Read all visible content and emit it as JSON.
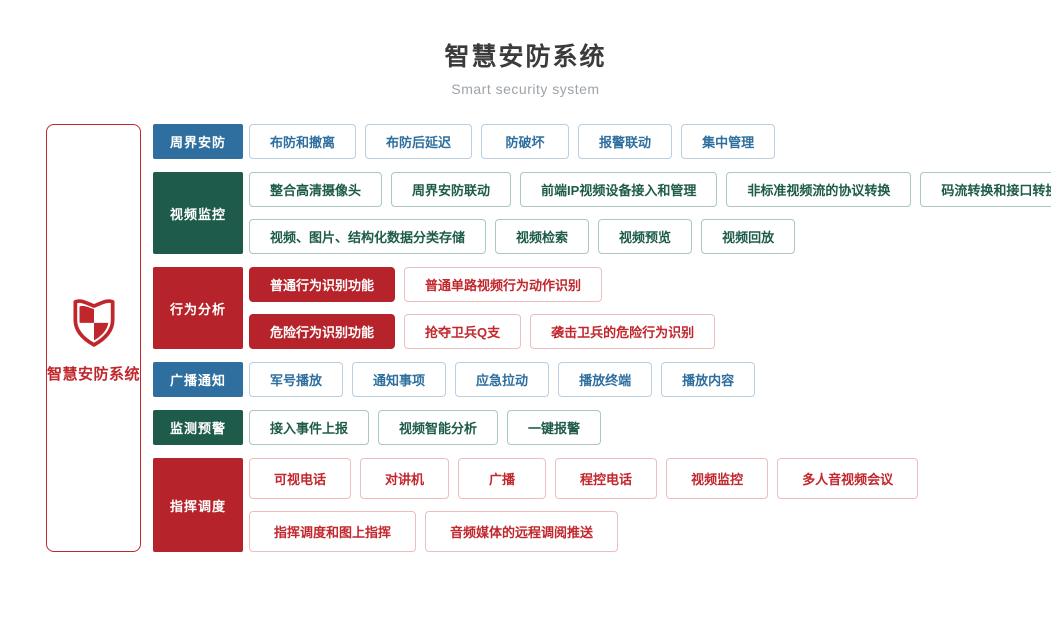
{
  "page": {
    "title": "智慧安防系统",
    "subtitle": "Smart security system"
  },
  "side_panel": {
    "label": "智慧安防系统",
    "icon": "shield-icon"
  },
  "colors": {
    "brand_red": "#c0272d",
    "title_text": "#3b3b3b",
    "subtitle_text": "#9da3a8"
  },
  "themes": {
    "blue": {
      "main": "#2e6f9f",
      "border": "#b9cfe2",
      "text": "#2e6f9f"
    },
    "green": {
      "main": "#1e5b4a",
      "border": "#abc8be",
      "text": "#1e5b4a"
    },
    "red": {
      "main": "#b6232a",
      "border": "#eebdbe",
      "text": "#c2272d"
    }
  },
  "categories": [
    {
      "label": "周界安防",
      "theme": "blue",
      "large": false,
      "rows": [
        [
          {
            "text": "布防和撤离"
          },
          {
            "text": "布防后延迟"
          },
          {
            "text": "防破坏"
          },
          {
            "text": "报警联动"
          },
          {
            "text": "集中管理"
          }
        ]
      ]
    },
    {
      "label": "视频监控",
      "theme": "green",
      "large": false,
      "rows": [
        [
          {
            "text": "整合高清摄像头"
          },
          {
            "text": "周界安防联动"
          },
          {
            "text": "前端IP视频设备接入和管理"
          },
          {
            "text": "非标准视频流的协议转换"
          },
          {
            "text": "码流转换和接口转换"
          }
        ],
        [
          {
            "text": "视频、图片、结构化数据分类存储"
          },
          {
            "text": "视频检索"
          },
          {
            "text": "视频预览"
          },
          {
            "text": "视频回放"
          }
        ]
      ]
    },
    {
      "label": "行为分析",
      "theme": "red",
      "large": false,
      "rows": [
        [
          {
            "text": "普通行为识别功能",
            "filled": true
          },
          {
            "text": "普通单路视频行为动作识别"
          }
        ],
        [
          {
            "text": "危险行为识别功能",
            "filled": true
          },
          {
            "text": "抢夺卫兵Q支"
          },
          {
            "text": "袭击卫兵的危险行为识别"
          }
        ]
      ]
    },
    {
      "label": "广播通知",
      "theme": "blue",
      "large": false,
      "rows": [
        [
          {
            "text": "军号播放"
          },
          {
            "text": "通知事项"
          },
          {
            "text": "应急拉动"
          },
          {
            "text": "播放终端"
          },
          {
            "text": "播放内容"
          }
        ]
      ]
    },
    {
      "label": "监测预警",
      "theme": "green",
      "large": false,
      "rows": [
        [
          {
            "text": "接入事件上报"
          },
          {
            "text": "视频智能分析"
          },
          {
            "text": "一键报警"
          }
        ]
      ]
    },
    {
      "label": "指挥调度",
      "theme": "red",
      "large": true,
      "rows": [
        [
          {
            "text": "可视电话"
          },
          {
            "text": "对讲机"
          },
          {
            "text": "广播"
          },
          {
            "text": "程控电话"
          },
          {
            "text": "视频监控"
          },
          {
            "text": "多人音视频会议"
          }
        ],
        [
          {
            "text": "指挥调度和图上指挥"
          },
          {
            "text": "音频媒体的远程调阅推送"
          }
        ]
      ]
    }
  ]
}
